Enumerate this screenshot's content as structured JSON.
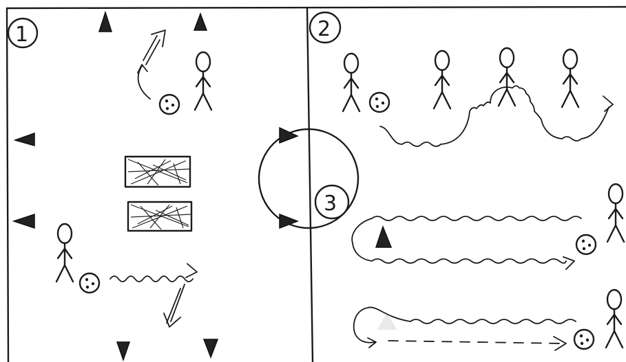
{
  "diagram": {
    "section_labels": [
      "1",
      "2",
      "3"
    ],
    "colors": {
      "ink": "#1a1a1a",
      "background": "#ffffff",
      "faint_cone": "#e9e9e9"
    },
    "icons": [
      "cone-icon",
      "player-icon",
      "ball-icon",
      "mini-goal-icon",
      "dribble-path",
      "pass-arrow",
      "centre-circle"
    ]
  }
}
